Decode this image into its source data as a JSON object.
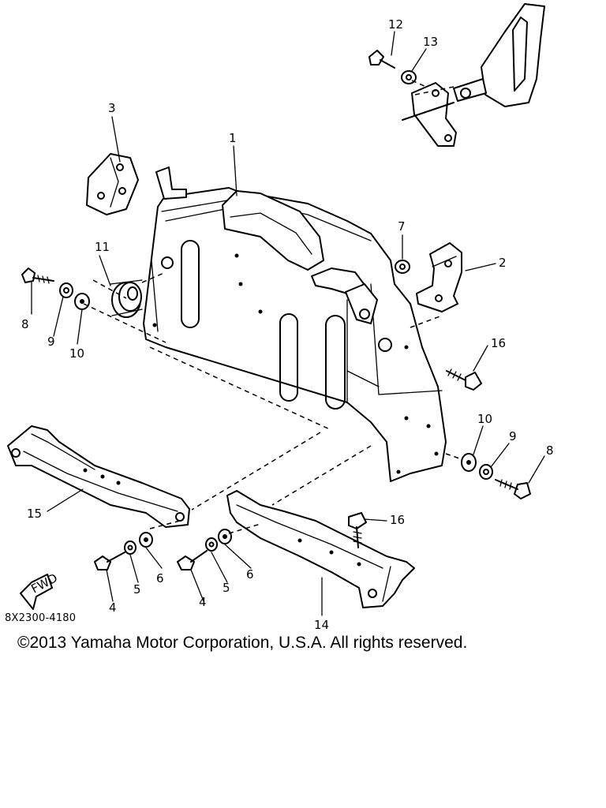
{
  "diagram": {
    "callouts": [
      "1",
      "2",
      "3",
      "4",
      "4",
      "5",
      "5",
      "6",
      "6",
      "7",
      "8",
      "8",
      "9",
      "9",
      "10",
      "10",
      "11",
      "12",
      "13",
      "14",
      "15",
      "16",
      "16"
    ],
    "fwd_label": "FWD",
    "drawing_code": "8X2300-4180"
  },
  "footer": {
    "copyright": "©2013 Yamaha Motor Corporation, U.S.A. All rights reserved."
  }
}
